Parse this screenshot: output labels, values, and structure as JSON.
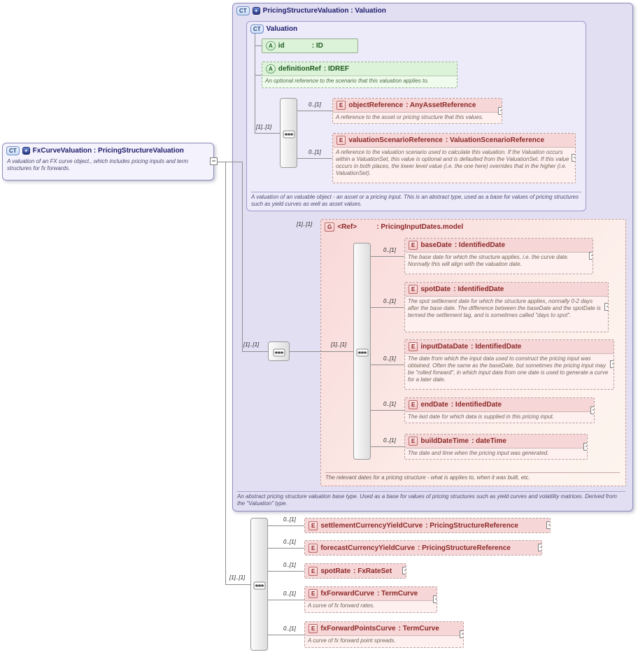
{
  "icons": {
    "expand": "+",
    "collapse": "−",
    "derived": "+"
  },
  "colors": {
    "container_fill": "#e3dff3",
    "inner_type_fill": "#edeafa",
    "attribute_fill": "#dcf3da",
    "element_fill": "#f6d6d6",
    "group_fill": "#f8d8d8",
    "border_accent": "#8d8dbd",
    "element_text": "#8d2727",
    "type_text": "#1c1c6a"
  },
  "root": {
    "badge": "CT",
    "title": "FxCurveValuation : PricingStructureValuation",
    "description": "A valuation of an FX curve object., which includes pricing inputs and term structures for fx forwards."
  },
  "container": {
    "badge": "CT",
    "title": "PricingStructureValuation : Valuation",
    "footer": "An abstract pricing structure valuation base type. Used as a base for values of pricing structures such as yield curves and volatility matrices. Derived from the \"Valuation\" type.",
    "ext_seq_occurs": "[1]..[1]",
    "valuation": {
      "badge": "CT",
      "title": "Valuation",
      "seq_occurs": "[1]..[1]",
      "footer": "A valuation of an valuable object - an asset or a pricing input. This is an abstract type, used as a base for values of pricing structures such as yield curves as well as asset values.",
      "attributes": [
        {
          "badge": "A",
          "name": "id",
          "type": ": ID"
        },
        {
          "badge": "A",
          "name": "definitionRef",
          "type": ": IDREF",
          "doc": "An optional reference to the scenario that this valuation applies to."
        }
      ],
      "elements": [
        {
          "badge": "E",
          "occurs": "0..[1]",
          "name": "objectReference",
          "type": ": AnyAssetReference",
          "doc": "A reference to the asset or pricing structure that this values."
        },
        {
          "badge": "E",
          "occurs": "0..[1]",
          "name": "valuationScenarioReference",
          "type": ": ValuationScenarioReference",
          "doc": "A reference to the valuation scenario used to calculate this valuation. If the Valuation occurs within a ValuationSet, this value is optional and is defaulted from the ValuationSet. If this value occurs in both places, the lower level value (i.e. the one here) overrides that in the higher (i.e. ValuationSet)."
        }
      ]
    },
    "group": {
      "badge": "G",
      "occurs": "[1]..[1]",
      "name": "<Ref>",
      "type": ": PricingInputDates.model",
      "seq_occurs": "[1]..[1]",
      "footer": "The relevant dates for a pricing structure - what is applies to, when it was built, etc.",
      "elements": [
        {
          "badge": "E",
          "occurs": "0..[1]",
          "name": "baseDate",
          "type": ": IdentifiedDate",
          "doc": "The base date for which the structure applies, i.e. the curve date. Normally this will align with the valuation date."
        },
        {
          "badge": "E",
          "occurs": "0..[1]",
          "name": "spotDate",
          "type": ": IdentifiedDate",
          "doc": "The spot settlement date for which the structure applies, normally 0-2 days after the base date. The difference between the baseDate and the spotDate is termed the settlement lag, and is sometimes called \"days to spot\"."
        },
        {
          "badge": "E",
          "occurs": "0..[1]",
          "name": "inputDataDate",
          "type": ": IdentifiedDate",
          "doc": "The date from which the input data used to construct the pricing input was obtained. Often the same as the baseDate, but sometimes the pricing input may be \"rolled forward\", in which input data from one date is used to generate a curve for a later date."
        },
        {
          "badge": "E",
          "occurs": "0..[1]",
          "name": "endDate",
          "type": ": IdentifiedDate",
          "doc": "The last date for which data is supplied in this pricing input."
        },
        {
          "badge": "E",
          "occurs": "0..[1]",
          "name": "buildDateTime",
          "type": ": dateTime",
          "doc": "The date and time when the pricing input was generated."
        }
      ]
    }
  },
  "extension": {
    "seq_occurs": "[1]..[1]",
    "elements": [
      {
        "badge": "E",
        "occurs": "0..[1]",
        "name": "settlementCurrencyYieldCurve",
        "type": ": PricingStructureReference"
      },
      {
        "badge": "E",
        "occurs": "0..[1]",
        "name": "forecastCurrencyYieldCurve",
        "type": ": PricingStructureReference"
      },
      {
        "badge": "E",
        "occurs": "0..[1]",
        "name": "spotRate",
        "type": ": FxRateSet"
      },
      {
        "badge": "E",
        "occurs": "0..[1]",
        "name": "fxForwardCurve",
        "type": ": TermCurve",
        "doc": "A curve of fx forward rates."
      },
      {
        "badge": "E",
        "occurs": "0..[1]",
        "name": "fxForwardPointsCurve",
        "type": ": TermCurve",
        "doc": "A curve of fx forward point spreads."
      }
    ]
  }
}
